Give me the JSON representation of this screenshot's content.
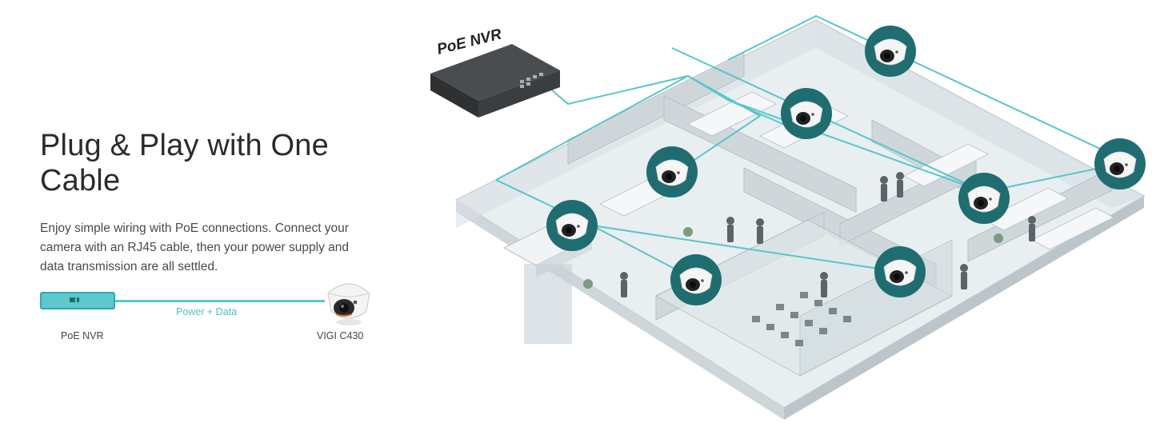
{
  "headline": "Plug & Play with One Cable",
  "description": "Enjoy simple wiring with PoE connections. Connect your camera with an RJ45 cable, then your power supply and data transmission are all settled.",
  "mini_diagram": {
    "nvr_label": "PoE NVR",
    "link_label": "Power + Data",
    "camera_label": "VIGI C430"
  },
  "scene": {
    "nvr_tag": "PoE NVR",
    "camera_count": 8,
    "icons": [
      "nvr-device-icon",
      "dome-camera-icon",
      "office-building-icon",
      "person-icon"
    ]
  },
  "colors": {
    "accent": "#56c6cb",
    "accent_dark": "#1f6d70",
    "camera_ring": "#1f6d70",
    "building": "#dde3e6",
    "building_edge": "#b9c2c7"
  }
}
